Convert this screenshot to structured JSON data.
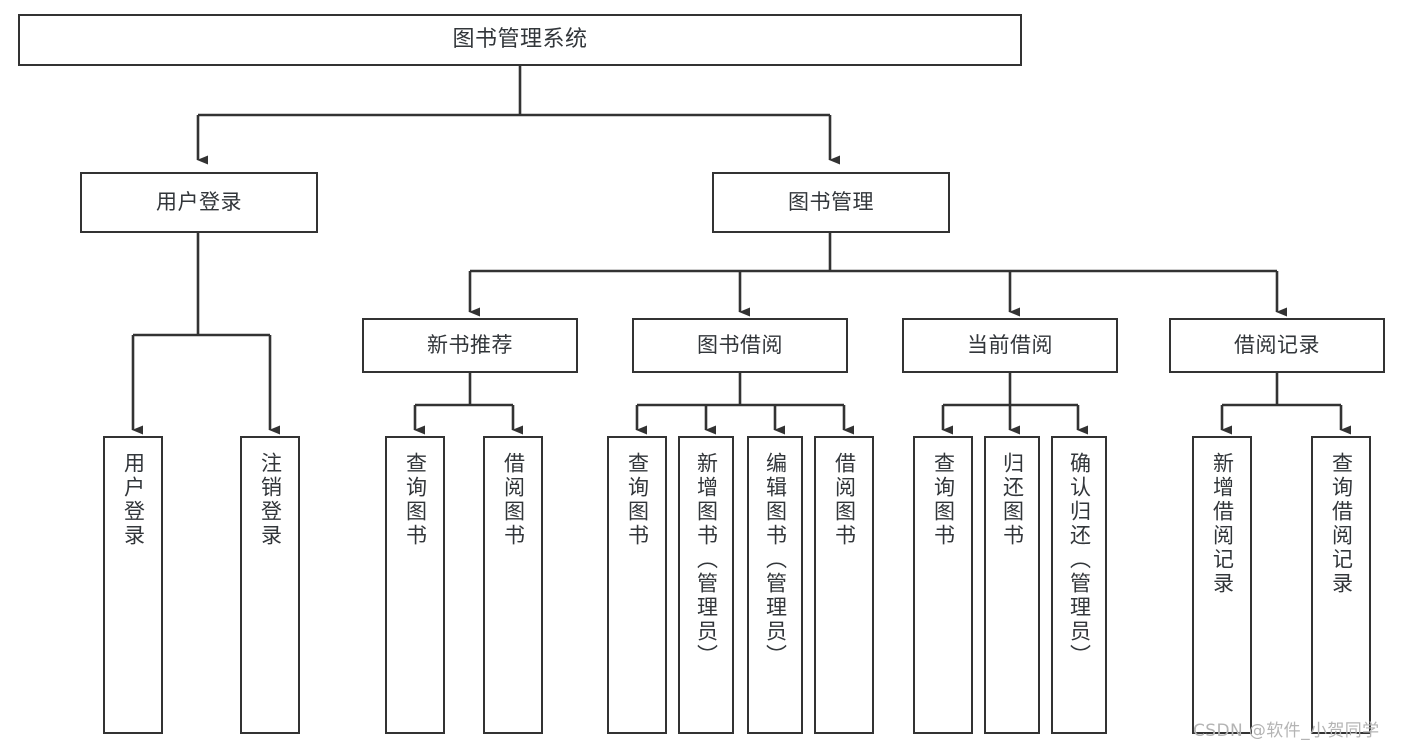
{
  "diagram": {
    "title": "图书管理系统",
    "type": "tree-hierarchy-chart",
    "watermark": "CSDN @软件_小贺同学",
    "colors": {
      "background": "#ffffff",
      "node_border": "#333333",
      "node_fill": "#ffffff",
      "text": "#32363a",
      "edge": "#333333",
      "watermark": "#b4b4b4"
    },
    "nodes": {
      "root": {
        "label": "图书管理系统"
      },
      "level1": [
        {
          "label": "用户登录"
        },
        {
          "label": "图书管理"
        }
      ],
      "level2": [
        {
          "label": "新书推荐"
        },
        {
          "label": "图书借阅"
        },
        {
          "label": "当前借阅"
        },
        {
          "label": "借阅记录"
        }
      ],
      "leaves": {
        "user_login": [
          {
            "label": "用户登录"
          },
          {
            "label": "注销登录"
          }
        ],
        "new_book_recommend": [
          {
            "label": "查询图书"
          },
          {
            "label": "借阅图书"
          }
        ],
        "book_borrow": [
          {
            "label": "查询图书"
          },
          {
            "label": "新增图书（管理员）"
          },
          {
            "label": "编辑图书（管理员）"
          },
          {
            "label": "借阅图书"
          }
        ],
        "current_borrow": [
          {
            "label": "查询图书"
          },
          {
            "label": "归还图书"
          },
          {
            "label": "确认归还（管理员）"
          }
        ],
        "borrow_record": [
          {
            "label": "新增借阅记录"
          },
          {
            "label": "查询借阅记录"
          }
        ]
      }
    }
  }
}
